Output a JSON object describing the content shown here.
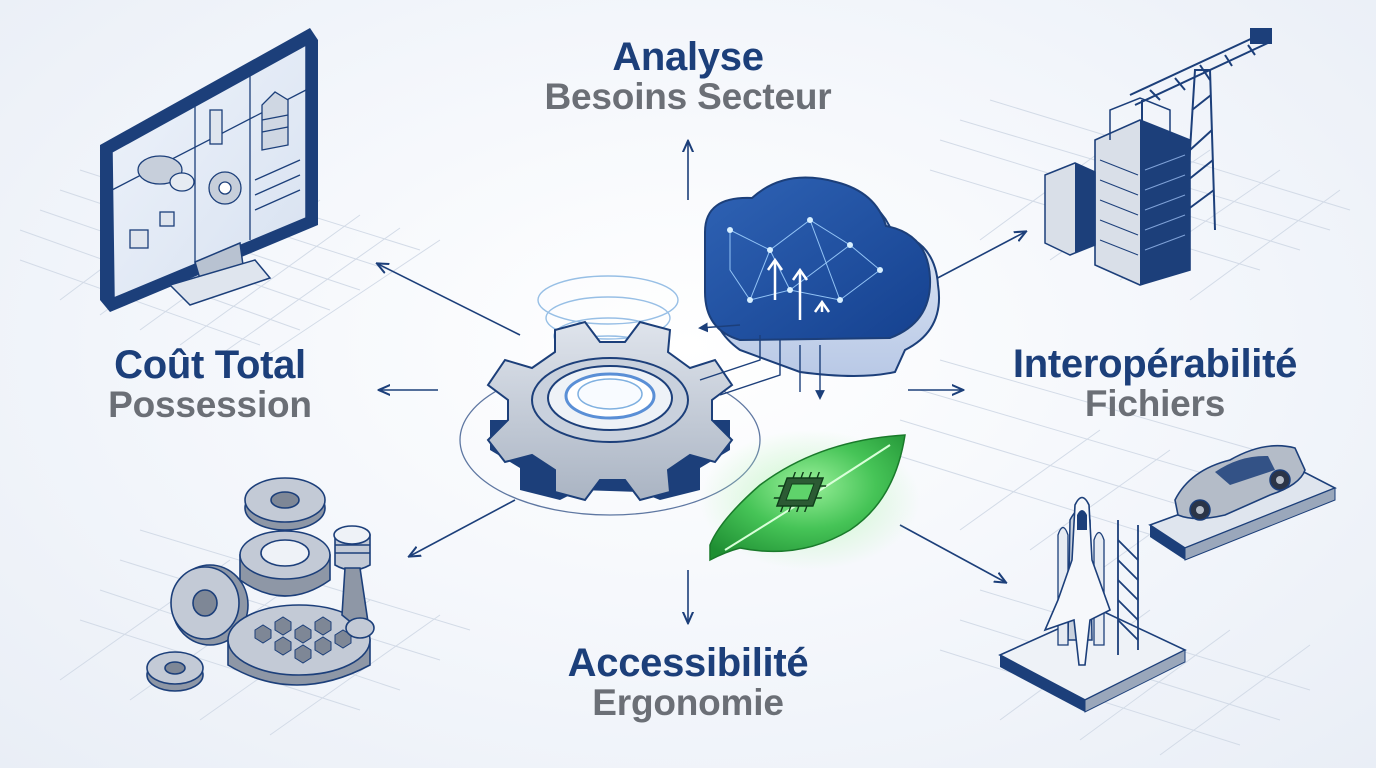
{
  "colors": {
    "navy": "#1c3f7a",
    "gray_text": "#6b6f76",
    "blue_accent": "#3f72c9",
    "green_accent": "#3cbf4f",
    "grid": "#d3dbe7"
  },
  "labels": {
    "top": {
      "title": "Analyse",
      "subtitle": "Besoins Secteur"
    },
    "left": {
      "title": "Coût Total",
      "subtitle": "Possession"
    },
    "right": {
      "title": "Interopérabilité",
      "subtitle": "Fichiers"
    },
    "bottom": {
      "title": "Accessibilité",
      "subtitle": "Ergonomie"
    }
  },
  "icons": [
    "central-gear-icon",
    "cloud-network-icon",
    "eco-leaf-chip-icon",
    "cad-monitor-icon",
    "construction-building-crane-icon",
    "sports-car-conveyor-icon",
    "space-shuttle-launchpad-icon",
    "mechanical-parts-gears-piston-icon"
  ]
}
